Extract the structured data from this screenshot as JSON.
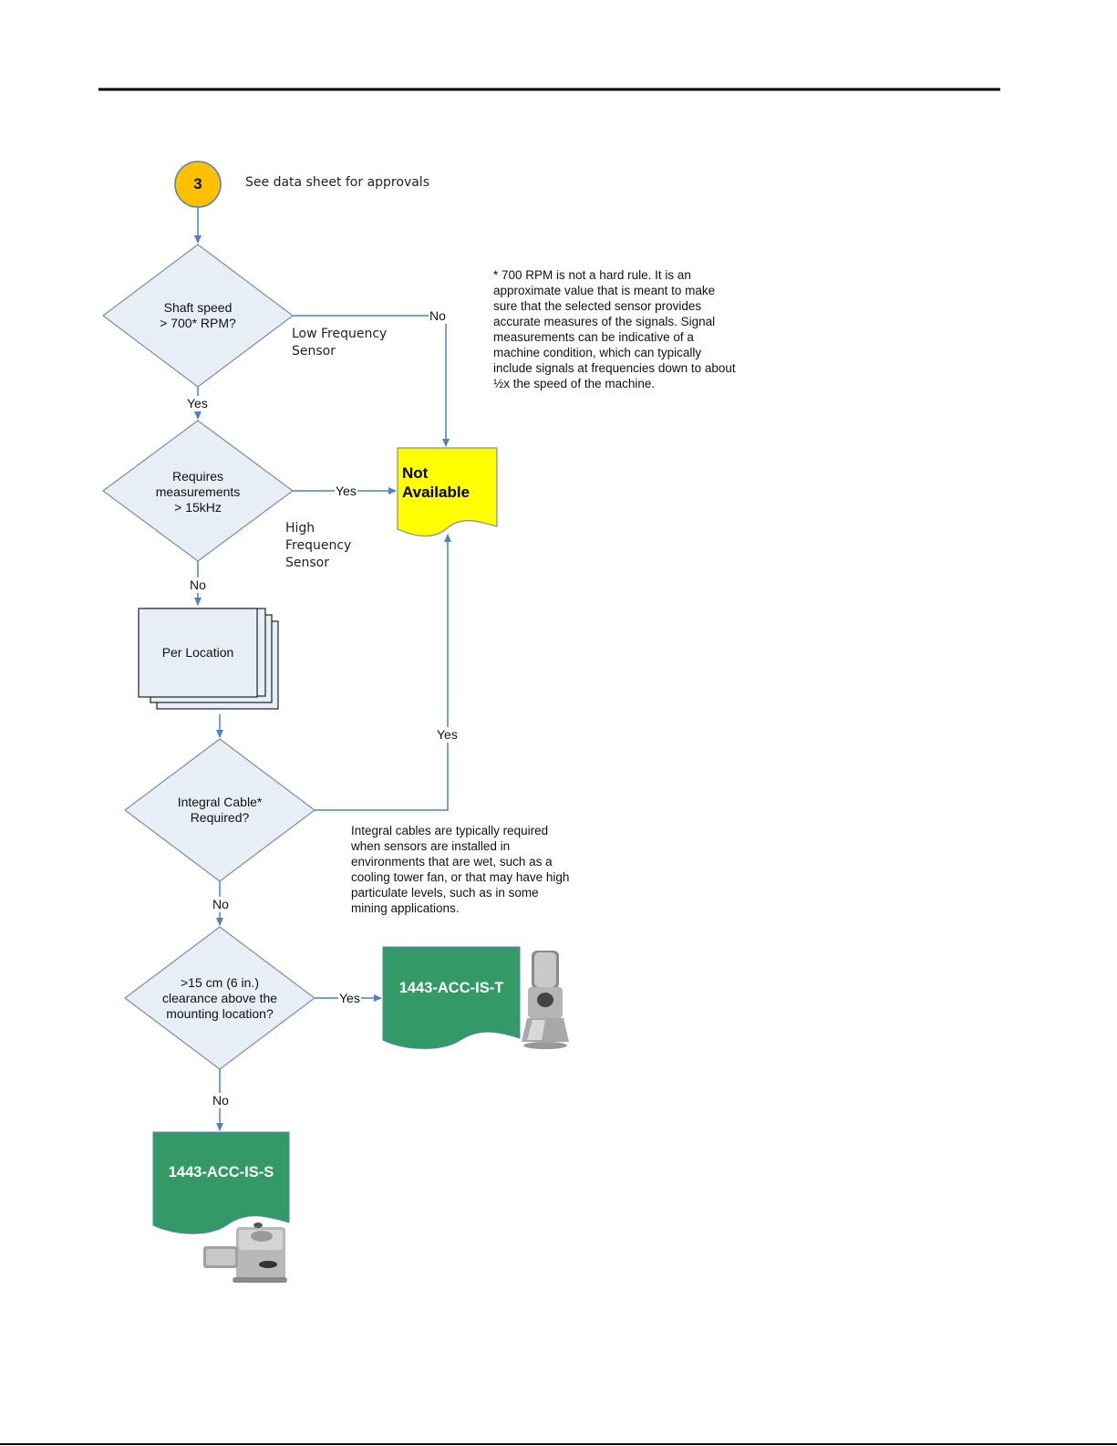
{
  "start_connector": {
    "number": "3",
    "note": "See data sheet for approvals"
  },
  "decisions": {
    "shaft_speed": "Shaft speed\n> 700* RPM?",
    "measurements": "Requires\nmeasurements\n> 15kHz",
    "integral_cable": "Integral Cable*\nRequired?",
    "clearance": ">15 cm (6 in.)\nclearance above the\nmounting location?"
  },
  "process": {
    "per_location": "Per Location"
  },
  "outputs": {
    "not_available": "Not\nAvailable",
    "acc_t": "1443-ACC-IS-T",
    "acc_s": "1443-ACC-IS-S"
  },
  "edge_labels": {
    "no_shaft": "No",
    "yes_shaft": "Yes",
    "yes_measure": "Yes",
    "no_measure": "No",
    "yes_cable": "Yes",
    "no_cable": "No",
    "yes_clearance": "Yes",
    "no_clearance": "No"
  },
  "side_labels": {
    "low_freq": "Low Frequency\nSensor",
    "high_freq": "High\nFrequency\nSensor"
  },
  "notes": {
    "rpm_note": "* 700 RPM is not a hard rule. It is an\napproximate value that is meant to make\nsure that the selected sensor provides\naccurate measures of the signals. Signal\nmeasurements can be indicative of a\nmachine condition, which can typically\ninclude signals at frequencies down to about\n½x the speed of the machine.",
    "cable_note": "Integral cables are typically required\nwhen sensors are installed in\nenvironments that are wet, such as a\ncooling tower fan, or that may have high\nparticulate levels, such as in some\nmining applications."
  },
  "colors": {
    "connector": "#FFC000",
    "decision_fill": "#E8EEF6",
    "line": "#4F81BD",
    "not_available": "#FFFF00",
    "output_green": "#339966"
  }
}
